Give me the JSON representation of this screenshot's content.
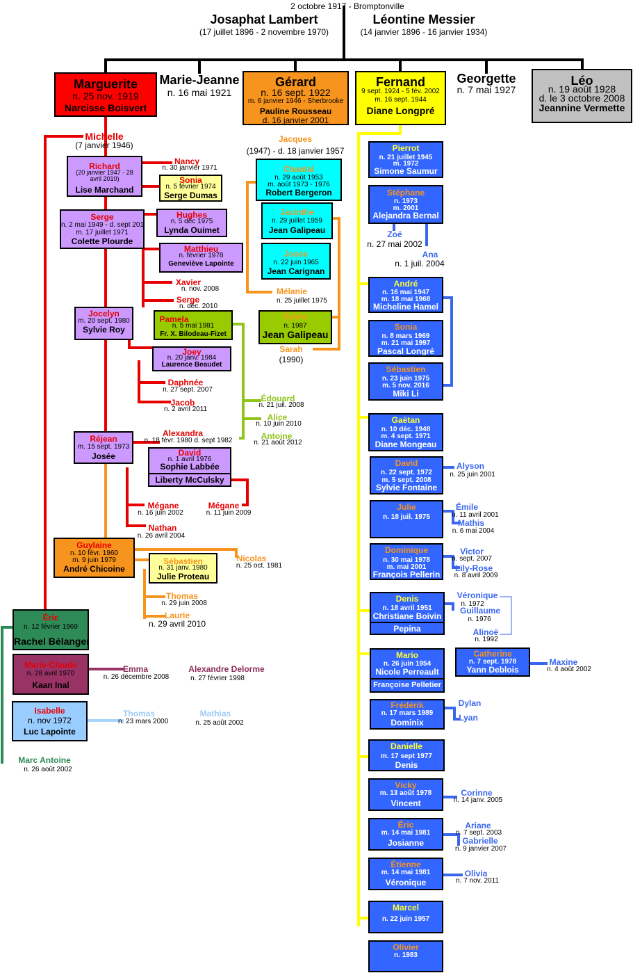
{
  "header": {
    "event": "2 octobre 1917 - Bromptonville",
    "husband": "Josaphat Lambert",
    "husband_dates": "(17 juillet 1896 - 2 novembre 1970)",
    "wife": "Léontine Messier",
    "wife_dates": "(14 janvier 1896 - 16 janvier 1934)"
  },
  "children": {
    "marguerite": {
      "name": "Marguerite",
      "birth": "n. 25 nov. 1919",
      "spouse": "Narcisse Boisvert"
    },
    "mariejeanne": {
      "name": "Marie-Jeanne",
      "birth": "n. 16 mai 1921"
    },
    "gerard": {
      "name": "Gérard",
      "birth": "n. 16 sept. 1922",
      "marriage": "m. 6 janvier 1946 - Sherbrooke",
      "spouse": "Pauline Rousseau",
      "spouse_death": "d. 16 janvier 2001"
    },
    "fernand": {
      "name": "Fernand",
      "dates": "9 sept. 1924 - 5 fév. 2002",
      "marriage": "m. 16 sept. 1944",
      "spouse": "Diane Longpré"
    },
    "georgette": {
      "name": "Georgette",
      "birth": "n. 7 mai 1927"
    },
    "leo": {
      "name": "Léo",
      "birth": "n. 19 août 1928",
      "death": "d. le 3 octobre 2008",
      "spouse": "Jeannine Vermette"
    }
  },
  "marguerite_desc": {
    "michelle": {
      "name": "Michelle",
      "date": "(7 janvier 1946)"
    },
    "richard": {
      "name": "Richard",
      "dates": "(20 janvier 1947 - 28 avril 2010)",
      "spouse": "Lise Marchand"
    },
    "nancy": {
      "name": "Nancy",
      "date": "n. 30 janvier 1971"
    },
    "sonia": {
      "name": "Sonia",
      "date": "n. 5 février 1974",
      "spouse": "Serge Dumas"
    },
    "serge": {
      "name": "Serge",
      "dates": "n. 2 mai 1949 - d. sept 2015",
      "marriage": "m. 17 juillet 1971",
      "spouse": "Colette Plourde"
    },
    "hughes": {
      "name": "Hughes",
      "date": "n. 5 déc 1975",
      "spouse": "Lynda Ouimet"
    },
    "matthieu": {
      "name": "Matthieu",
      "date": "n. février 1978",
      "spouse": "Geneviève Lapointe"
    },
    "xavier": {
      "name": "Xavier",
      "date": "n. nov. 2008"
    },
    "serge2": {
      "name": "Serge",
      "date": "n. déc. 2010"
    },
    "jocelyn": {
      "name": "Jocelyn",
      "marriage": "m. 20 sept. 1980",
      "spouse": "Sylvie Roy"
    },
    "pamela": {
      "name": "Pamela",
      "date": "n. 5 mai 1981",
      "spouse": "Fr. X. Bilodeau-Fizet"
    },
    "joey": {
      "name": "Joey",
      "date": "n. 20 janv. 1984",
      "spouse": "Laurence Beaudet"
    },
    "daphnee": {
      "name": "Daphnée",
      "date": "n. 27 sept. 2007"
    },
    "jacob": {
      "name": "Jacob",
      "date": "n. 2 avril 2011"
    },
    "edouard": {
      "name": "Édouard",
      "date": "n. 21 juil. 2008"
    },
    "alice": {
      "name": "Alice",
      "date": "n. 10 juin 2010"
    },
    "antoine": {
      "name": "Antoine",
      "date": "n. 21 août 2012"
    },
    "rejean": {
      "name": "Réjean",
      "marriage": "m. 15 sept. 1973",
      "spouse": "Josée"
    },
    "alexandra": {
      "name": "Alexandra",
      "date": "n. 18 févr. 1980 d. sept 1982"
    },
    "david": {
      "name": "David",
      "date": "n. 1 avril 1976",
      "spouse1": "Sophie Labbée",
      "spouse2": "Liberty McCulsky"
    },
    "megane1": {
      "name": "Mégane",
      "date": "n. 16 juin 2002"
    },
    "megane2": {
      "name": "Mégane",
      "date": "n. 11 juin 2009"
    },
    "nathan": {
      "name": "Nathan",
      "date": "n. 26 avril 2004"
    },
    "guylaine": {
      "name": "Guylaine",
      "birth": "n. 10 févr. 1960",
      "marriage": "m. 9 juin 1979",
      "spouse": "André Chicoine"
    },
    "nicolas": {
      "name": "Nicolas",
      "date": "n. 25 oct. 1981"
    },
    "sebastien": {
      "name": "Sébastien",
      "date": "n. 31 janv. 1980",
      "spouse": "Julie Proteau"
    },
    "thomas": {
      "name": "Thomas",
      "date": "n. 29 juin 2008"
    },
    "laurie": {
      "name": "Laurie",
      "date": "n. 29 avril 2010"
    },
    "eric": {
      "name": "Éric",
      "date": "n. 12 février 1969",
      "spouse": "Rachel Bélanger"
    },
    "marieclaude": {
      "name": "Marie-Claude",
      "date": "n. 28 avril 1970",
      "spouse": "Kaan Inal"
    },
    "emma": {
      "name": "Emma",
      "date": "n. 26 décembre 2008"
    },
    "alexandre": {
      "name": "Alexandre Delorme",
      "date": "n. 27 février 1998"
    },
    "isabelle": {
      "name": "Isabelle",
      "date": "n. nov 1972",
      "spouse": "Luc Lapointe"
    },
    "thomas2": {
      "name": "Thomas",
      "date": "n. 23 mars 2000"
    },
    "mathias": {
      "name": "Mathias",
      "date": "n. 25 août 2002"
    },
    "marcantoine": {
      "name": "Marc Antoine",
      "date": "n. 26 août 2002"
    }
  },
  "gerard_desc": {
    "jacques": {
      "name": "Jacques",
      "dates": "(1947) - d. 18 janvier 1957"
    },
    "chantal": {
      "name": "Chantal",
      "birth": "n. 29 août 1953",
      "marriage": "m. août 1973 - 1976",
      "spouse": "Robert Bergeron"
    },
    "jacinthe": {
      "name": "Jacinthe",
      "birth": "n. 29 juillet 1959",
      "spouse": "Jean Galipeau"
    },
    "josee": {
      "name": "Josée",
      "birth": "n. 22 juin 1965",
      "spouse": "Jean Carignan"
    },
    "melanie": {
      "name": "Mélanie",
      "date": "n. 25 juillet 1975"
    },
    "sylvie": {
      "name": "Sylvie",
      "birth": "n. 1987",
      "spouse": "Jean Galipeau"
    },
    "sarah": {
      "name": "Sarah",
      "date": "(1990)"
    }
  },
  "fernand_desc": {
    "pierrot": {
      "name": "Pierrot",
      "birth": "n. 21 juillet 1945",
      "marriage": "m. 1972",
      "spouse": "Simone Saumur"
    },
    "stephane": {
      "name": "Stéphane",
      "birth": "n. 1973",
      "marriage": "m. 2001",
      "spouse": "Alejandra Bernal"
    },
    "zoe": {
      "name": "Zoë",
      "date": "n. 27 mai 2002"
    },
    "ana": {
      "name": "Ana",
      "date": "n. 1 juil. 2004"
    },
    "andre": {
      "name": "André",
      "birth": "n. 16 mai 1947",
      "marriage": "m. 18 mai 1968",
      "spouse": "Micheline Hamel"
    },
    "sonia": {
      "name": "Sonia",
      "birth": "n. 8 mars 1969",
      "marriage": "m. 21 mai 1997",
      "spouse": "Pascal Longré"
    },
    "sebastien": {
      "name": "Sébastien",
      "birth": "n. 23 juin 1975",
      "marriage": "m. 5 nov. 2016",
      "spouse": "Miki Li"
    },
    "gaetan": {
      "name": "Gaëtan",
      "birth": "n. 10 déc. 1948",
      "marriage": "m. 4 sept. 1971",
      "spouse": "Diane Mongeau"
    },
    "david": {
      "name": "David",
      "birth": "n. 22 sept. 1972",
      "marriage": "m. 5 sept. 2008",
      "spouse": "Sylvie Fontaine"
    },
    "alyson": {
      "name": "Alyson",
      "date": "n. 25 juin 2001"
    },
    "julie": {
      "name": "Julie",
      "birth": "n. 18 juil. 1975"
    },
    "emile": {
      "name": "Émile",
      "date": "n. 11 avril 2001"
    },
    "mathis": {
      "name": "Mathis",
      "date": "n. 6 mai 2004"
    },
    "dominique": {
      "name": "Dominique",
      "birth": "n. 30 mai 1978",
      "marriage": "m. mai 2001",
      "spouse": "François Pellerin"
    },
    "victor": {
      "name": "Victor",
      "date": "n. sept. 2007"
    },
    "lilyrose": {
      "name": "Lily-Rose",
      "date": "n. 8 avril 2009"
    },
    "denis": {
      "name": "Denis",
      "birth": "n. 18 avril 1951",
      "spouse1": "Christiane Boivin",
      "spouse2": "Pepina"
    },
    "veronique": {
      "name": "Véronique",
      "date": "n. 1972"
    },
    "guillaume": {
      "name": "Guillaume",
      "date": "n. 1976"
    },
    "alinoe": {
      "name": "Alinoë",
      "date": "n. 1992"
    },
    "mario": {
      "name": "Mario",
      "birth": "n. 26 juin 1954",
      "spouse1": "Nicole Perreault",
      "spouse2": "Françoise Pelletier"
    },
    "catherine": {
      "name": "Catherine",
      "birth": "n. 7 sept. 1978",
      "spouse": "Yann Deblois"
    },
    "maxine": {
      "name": "Maxine",
      "date": "n. 4 août 2002"
    },
    "frederik": {
      "name": "Frédérik",
      "birth": "n. 17 mars 1989",
      "spouse": "Dominix"
    },
    "dylan": {
      "name": "Dylan"
    },
    "lyan": {
      "name": "Lyan"
    },
    "danielle": {
      "name": "Danielle",
      "marriage": "m. 17 sept 1977",
      "spouse": "Denis"
    },
    "vicky": {
      "name": "Vicky",
      "marriage": "m. 13 août 1978",
      "spouse": "Vincent"
    },
    "corinne": {
      "name": "Corinne",
      "date": "n. 14 janv. 2005"
    },
    "eric": {
      "name": "Éric",
      "marriage": "m. 14 mai 1981",
      "spouse": "Josianne"
    },
    "ariane": {
      "name": "Ariane",
      "date": "n. 7 sept. 2003"
    },
    "gabrielle": {
      "name": "Gabrielle",
      "date": "n. 9 janvier 2007"
    },
    "etienne": {
      "name": "Étienne",
      "marriage": "m. 14 mai 1981",
      "spouse": "Véronique"
    },
    "olivia": {
      "name": "Olivia",
      "date": "n. 7 nov. 2011"
    },
    "marcel": {
      "name": "Marcel",
      "marriage": "n. 22 juin 1957"
    },
    "olivier": {
      "name": "Olivier",
      "birth": "n. 1983"
    }
  },
  "colors": {
    "red": "#ff0000",
    "orange": "#f7941d",
    "yellow": "#ffff00",
    "gray": "#c0c0c0",
    "purple": "#cc99ff",
    "cyan": "#00ffff",
    "lightgreen": "#99cc00",
    "palegold": "#ffff99",
    "blue": "#3366ff",
    "darkgreen": "#2e8b57",
    "maroon": "#993366",
    "lightblue": "#99ccff",
    "black": "#000000"
  }
}
